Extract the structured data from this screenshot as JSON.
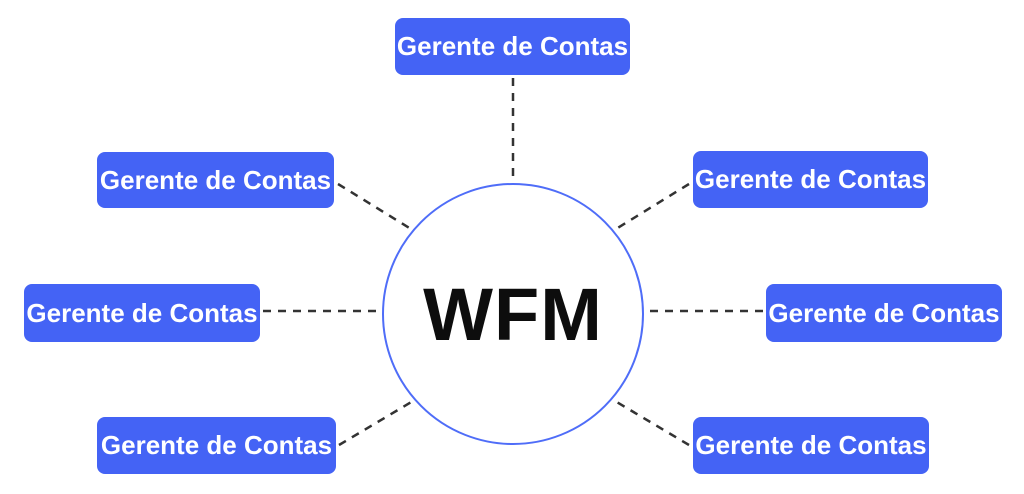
{
  "diagram": {
    "center": {
      "label": "WFM"
    },
    "nodes": [
      {
        "label": "Gerente de Contas",
        "position": "top"
      },
      {
        "label": "Gerente de Contas",
        "position": "upper-left"
      },
      {
        "label": "Gerente de Contas",
        "position": "upper-right"
      },
      {
        "label": "Gerente de Contas",
        "position": "middle-left"
      },
      {
        "label": "Gerente de Contas",
        "position": "middle-right"
      },
      {
        "label": "Gerente de Contas",
        "position": "lower-left"
      },
      {
        "label": "Gerente de Contas",
        "position": "lower-right"
      }
    ],
    "connector_count": 7,
    "colors": {
      "node_background": "#4463f5",
      "node_text": "#ffffff",
      "circle_border": "#4f6df8",
      "circle_fill": "#ffffff",
      "center_text": "#0d0d0d",
      "connector": "#333333",
      "background": "#ffffff"
    }
  }
}
